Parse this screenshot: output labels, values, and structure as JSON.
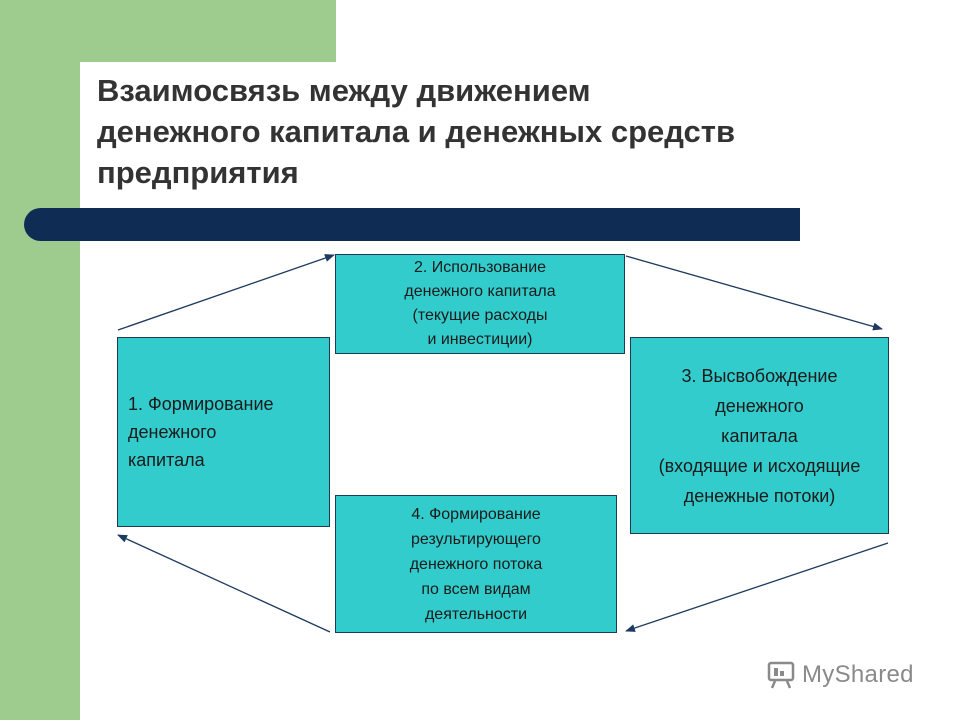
{
  "slide": {
    "title_lines": [
      "Взаимосвязь между движением",
      "денежного капитала и денежных средств",
      "предприятия"
    ]
  },
  "diagram": {
    "boxes": {
      "formation": {
        "lines": [
          "1. Формирование",
          "денежного",
          "капитала"
        ]
      },
      "usage": {
        "lines": [
          "2. Использование",
          "денежного капитала",
          "(текущие расходы",
          "и инвестиции)"
        ]
      },
      "release": {
        "lines": [
          "3. Высвобождение",
          "денежного",
          "капитала",
          "(входящие и исходящие",
          "денежные потоки)"
        ]
      },
      "resulting": {
        "lines": [
          "4. Формирование",
          "результирующего",
          "денежного потока",
          "по всем видам",
          "деятельности"
        ]
      }
    }
  },
  "watermark": {
    "text": "MyShared",
    "icon": "presentation-board-icon"
  },
  "colors": {
    "green_accent": "#9dcc8e",
    "navy_bar": "#0f2d54",
    "box_fill": "#33cccc",
    "arrow": "#1e3a5f",
    "title_text": "#333333"
  }
}
